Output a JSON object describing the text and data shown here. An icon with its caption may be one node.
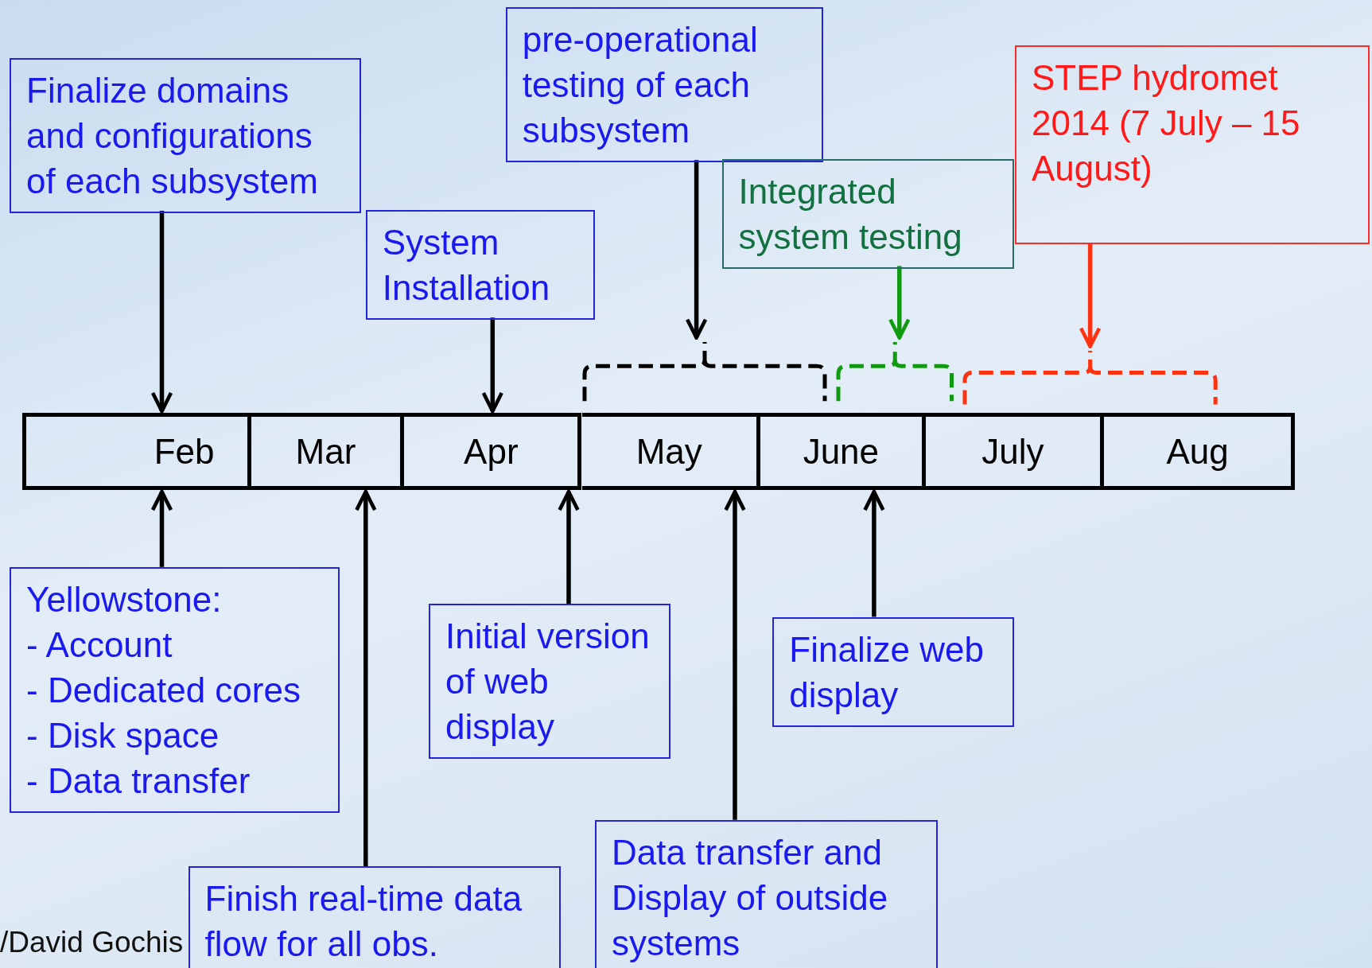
{
  "diagram": {
    "nodes": [
      {
        "text": [
          "Finalize domains and configurations of each subsystem"
        ]
      },
      {
        "text": [
          "pre-operational testing of each subsystem"
        ]
      },
      {
        "text": [
          "STEP hydromet 2014 (7 July – 15 August)"
        ]
      },
      {
        "text": [
          "Integrated system testing"
        ]
      },
      {
        "text": [
          "System Installation"
        ]
      },
      {
        "text": [],
        "shape": "bracket"
      },
      {
        "text": [],
        "shape": "bracket"
      },
      {
        "text": [],
        "shape": "bracket"
      },
      {
        "text": [
          "Feb"
        ]
      },
      {
        "text": [
          "Mar"
        ]
      },
      {
        "text": [
          "Apr"
        ]
      },
      {
        "text": [
          "May"
        ]
      },
      {
        "text": [
          "June"
        ]
      },
      {
        "text": [
          "July"
        ]
      },
      {
        "text": [
          "Aug"
        ]
      },
      {
        "text": [
          "Yellowstone:",
          "- Account",
          "- Dedicated cores",
          "- Disk space",
          "- Data transfer"
        ]
      },
      {
        "text": [
          "Initial version of web display"
        ]
      },
      {
        "text": [
          "Finalize web display"
        ]
      },
      {
        "text": [
          "Finish real-time data flow for all obs."
        ]
      },
      {
        "text": [
          "Data transfer and Display of outside systems"
        ]
      }
    ],
    "edges": [
      {
        "from": 0,
        "to": 8,
        "arrow": "to"
      },
      {
        "from": 4,
        "to": 10,
        "arrow": "to"
      },
      {
        "from": 1,
        "to": 5,
        "arrow": "to"
      },
      {
        "from": 3,
        "to": 6,
        "arrow": "to",
        "color": "#119911"
      },
      {
        "from": 2,
        "to": 7,
        "arrow": "to",
        "color": "#ff3311"
      },
      {
        "from": 15,
        "to": 8,
        "arrow": "to"
      },
      {
        "from": 18,
        "to": 9,
        "arrow": "to"
      },
      {
        "from": 16,
        "to": 10,
        "arrow": "to"
      },
      {
        "from": 19,
        "to": 11,
        "arrow": "to"
      },
      {
        "from": 17,
        "to": 12,
        "arrow": "to"
      }
    ],
    "labels": [
      "/David Gochis"
    ]
  }
}
